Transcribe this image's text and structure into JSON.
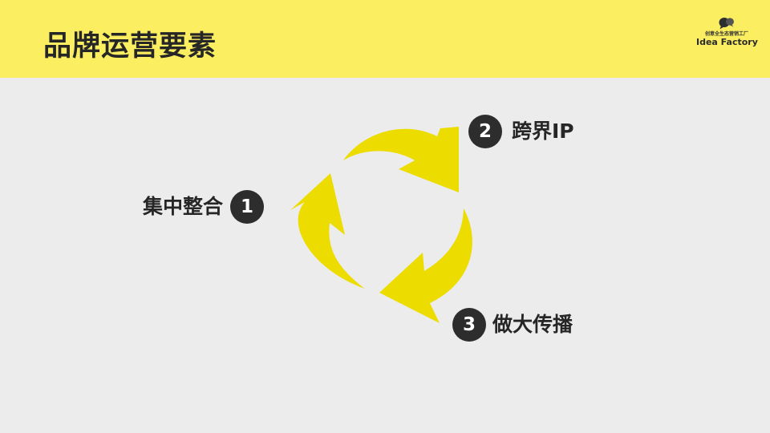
{
  "slide": {
    "title": "品牌运营要素",
    "accent_color": "#fbef61",
    "arrow_color": "#ecdc00",
    "background_color": "#ececec"
  },
  "logo": {
    "icon": "speech-bubbles-icon",
    "cn_text": "创意全生态营销工厂",
    "en_text": "Idea Factory"
  },
  "cycle": {
    "icon": "recycle-arrows-icon",
    "steps": [
      {
        "number": "1",
        "label": "集中整合"
      },
      {
        "number": "2",
        "label": "跨界IP"
      },
      {
        "number": "3",
        "label": "做大传播"
      }
    ]
  }
}
